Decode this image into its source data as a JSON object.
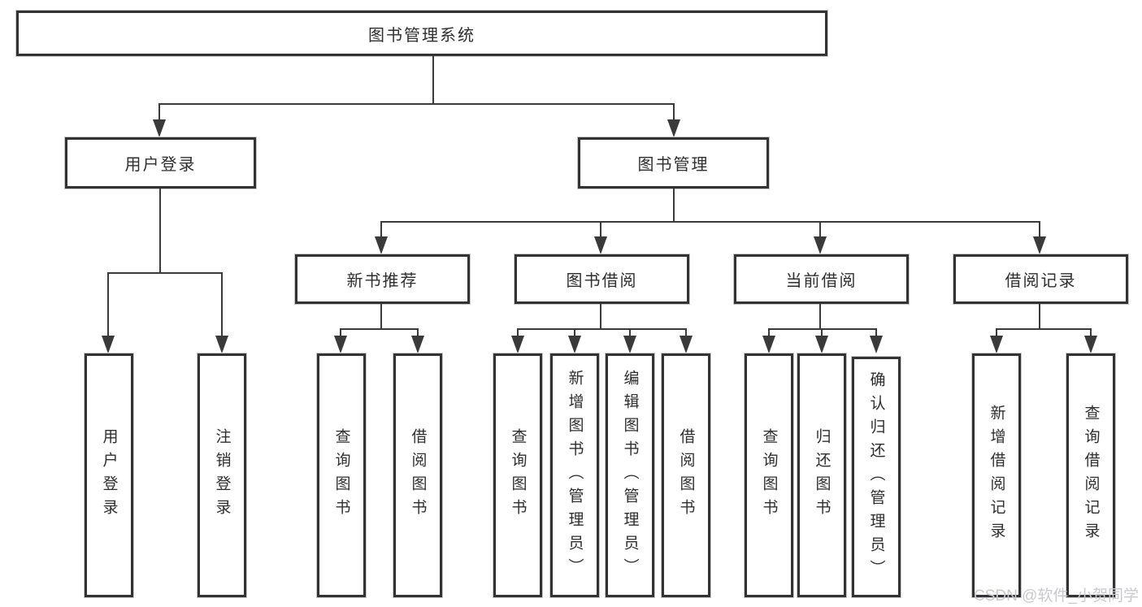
{
  "diagram": {
    "type": "hierarchy-flowchart",
    "tree": {
      "root": {
        "label": "图书管理系统",
        "children": [
          {
            "label": "用户登录",
            "children": [
              {
                "label": "用户登录"
              },
              {
                "label": "注销登录"
              }
            ]
          },
          {
            "label": "图书管理",
            "children": [
              {
                "label": "新书推荐",
                "children": [
                  {
                    "label": "查询图书"
                  },
                  {
                    "label": "借阅图书"
                  }
                ]
              },
              {
                "label": "图书借阅",
                "children": [
                  {
                    "label": "查询图书"
                  },
                  {
                    "label": "新增图书（管理员）"
                  },
                  {
                    "label": "编辑图书（管理员）"
                  },
                  {
                    "label": "借阅图书"
                  }
                ]
              },
              {
                "label": "当前借阅",
                "children": [
                  {
                    "label": "查询图书"
                  },
                  {
                    "label": "归还图书"
                  },
                  {
                    "label": "确认归还（管理员）"
                  }
                ]
              },
              {
                "label": "借阅记录",
                "children": [
                  {
                    "label": "新增借阅记录"
                  },
                  {
                    "label": "查询借阅记录"
                  }
                ]
              }
            ]
          }
        ]
      }
    },
    "colors": {
      "background": "#ffffff",
      "box_fill": "#ffffff",
      "box_border": "#333333",
      "line": "#3a3a3a",
      "text": "#2e2e2e",
      "watermark": "#c9c9ce"
    }
  },
  "watermark": "CSDN @软件_小贺同学"
}
